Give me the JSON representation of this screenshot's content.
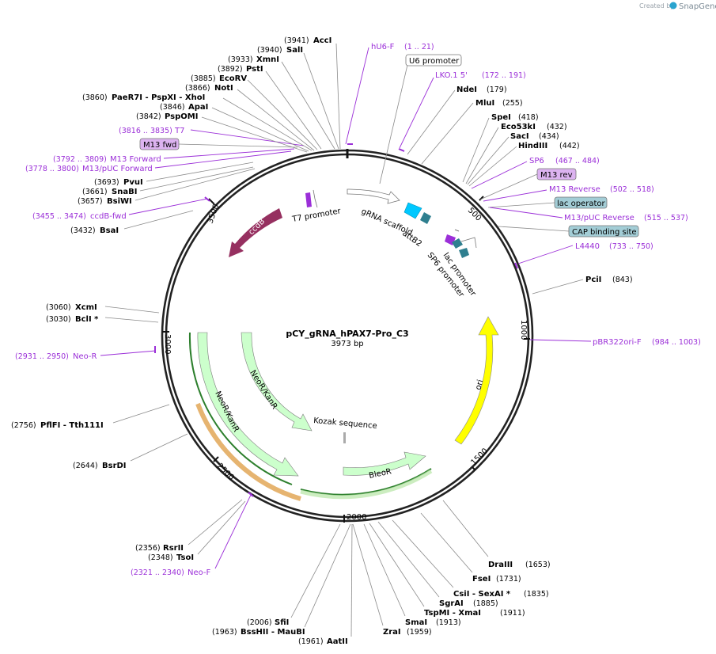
{
  "credit": {
    "created_by": "Created by",
    "brand": "SnapGene",
    "brand_color": "#2aa4cf"
  },
  "map": {
    "name": "pCY_gRNA_hPAX7-Pro_C3",
    "size_label": "3973 bp",
    "ticks": [
      "500",
      "1000",
      "1500",
      "2000",
      "2500",
      "3000",
      "3500"
    ]
  },
  "sites": [
    {
      "name": "AccI",
      "pos": "(3941)"
    },
    {
      "name": "SalI",
      "pos": "(3940)"
    },
    {
      "name": "XmnI",
      "pos": "(3933)"
    },
    {
      "name": "PstI",
      "pos": "(3892)"
    },
    {
      "name": "EcoRV",
      "pos": "(3885)"
    },
    {
      "name": "NotI",
      "pos": "(3866)"
    },
    {
      "name": "PaeR7I  - PspXI  - XhoI",
      "pos": "(3860)"
    },
    {
      "name": "ApaI",
      "pos": "(3846)"
    },
    {
      "name": "PspOMI",
      "pos": "(3842)"
    },
    {
      "name": "PvuI",
      "pos": "(3693)"
    },
    {
      "name": "SnaBI",
      "pos": "(3661)"
    },
    {
      "name": "BsiWI",
      "pos": "(3657)"
    },
    {
      "name": "BsaI",
      "pos": "(3432)"
    },
    {
      "name": "XcmI",
      "pos": "(3060)"
    },
    {
      "name": "BclI *",
      "pos": "(3030)"
    },
    {
      "name": "PflFI  - Tth111I",
      "pos": "(2756)"
    },
    {
      "name": "BsrDI",
      "pos": "(2644)"
    },
    {
      "name": "RsrII",
      "pos": "(2356)"
    },
    {
      "name": "TsoI",
      "pos": "(2348)"
    },
    {
      "name": "SfiI",
      "pos": "(2006)"
    },
    {
      "name": "BssHII  - MauBI",
      "pos": "(1963)"
    },
    {
      "name": "AatII",
      "pos": "(1961)"
    },
    {
      "name": "ZraI",
      "pos": "(1959)"
    },
    {
      "name": "SmaI",
      "pos": "(1913)"
    },
    {
      "name": "TspMI  - XmaI",
      "pos": "(1911)"
    },
    {
      "name": "SgrAI",
      "pos": "(1885)"
    },
    {
      "name": "CsiI  - SexAI *",
      "pos": "(1835)"
    },
    {
      "name": "FseI",
      "pos": "(1731)"
    },
    {
      "name": "DraIII",
      "pos": "(1653)"
    },
    {
      "name": "PciI",
      "pos": "(843)"
    },
    {
      "name": "HindIII",
      "pos": "(442)"
    },
    {
      "name": "SacI",
      "pos": "(434)"
    },
    {
      "name": "Eco53kI",
      "pos": "(432)"
    },
    {
      "name": "SpeI",
      "pos": "(418)"
    },
    {
      "name": "MluI",
      "pos": "(255)"
    },
    {
      "name": "NdeI",
      "pos": "(179)"
    }
  ],
  "primers": [
    {
      "name": "hU6-F",
      "range": "(1 .. 21)"
    },
    {
      "name": "LKO.1 5'",
      "range": "(172 .. 191)"
    },
    {
      "name": "SP6",
      "range": "(467 .. 484)"
    },
    {
      "name": "M13 Reverse",
      "range": "(502 .. 518)"
    },
    {
      "name": "M13/pUC Reverse",
      "range": "(515 .. 537)"
    },
    {
      "name": "L4440",
      "range": "(733 .. 750)"
    },
    {
      "name": "pBR322ori-F",
      "range": "(984 .. 1003)"
    },
    {
      "name": "T7",
      "range": "(3816 .. 3835)"
    },
    {
      "name": "M13 Forward",
      "range": "(3792 .. 3809)"
    },
    {
      "name": "M13/pUC Forward",
      "range": "(3778 .. 3800)"
    },
    {
      "name": "ccdB-fwd",
      "range": "(3455 .. 3474)"
    },
    {
      "name": "Neo-R",
      "range": "(2931 .. 2950)"
    },
    {
      "name": "Neo-F",
      "range": "(2321 .. 2340)"
    }
  ],
  "boxed_labels": [
    {
      "name": "U6 promoter",
      "style": "white"
    },
    {
      "name": "M13 fwd",
      "style": "lilac"
    },
    {
      "name": "M13 rev",
      "style": "lilac"
    },
    {
      "name": "lac operator",
      "style": "teal"
    },
    {
      "name": "CAP binding site",
      "style": "teal"
    }
  ],
  "features": [
    {
      "name": "T7 promoter"
    },
    {
      "name": "gRNA scaffold"
    },
    {
      "name": "attB2"
    },
    {
      "name": "SP6 promoter"
    },
    {
      "name": "lac promoter"
    },
    {
      "name": "ccdB"
    },
    {
      "name": "NeoR/KanR"
    },
    {
      "name": "NeoR/KanR"
    },
    {
      "name": "Kozak sequence"
    },
    {
      "name": "BleoR"
    },
    {
      "name": "ori"
    }
  ],
  "colors": {
    "primer": "#9b2fd8",
    "ccdb": "#963060",
    "resistance_fill": "#ccffcc",
    "ori_fill": "#ffff00",
    "gRNA_fill": "#00c8ff",
    "attB2_fill": "#2f7f8f",
    "teal_box": "#a3cdd6",
    "lilac_box": "#dcb3f0"
  }
}
